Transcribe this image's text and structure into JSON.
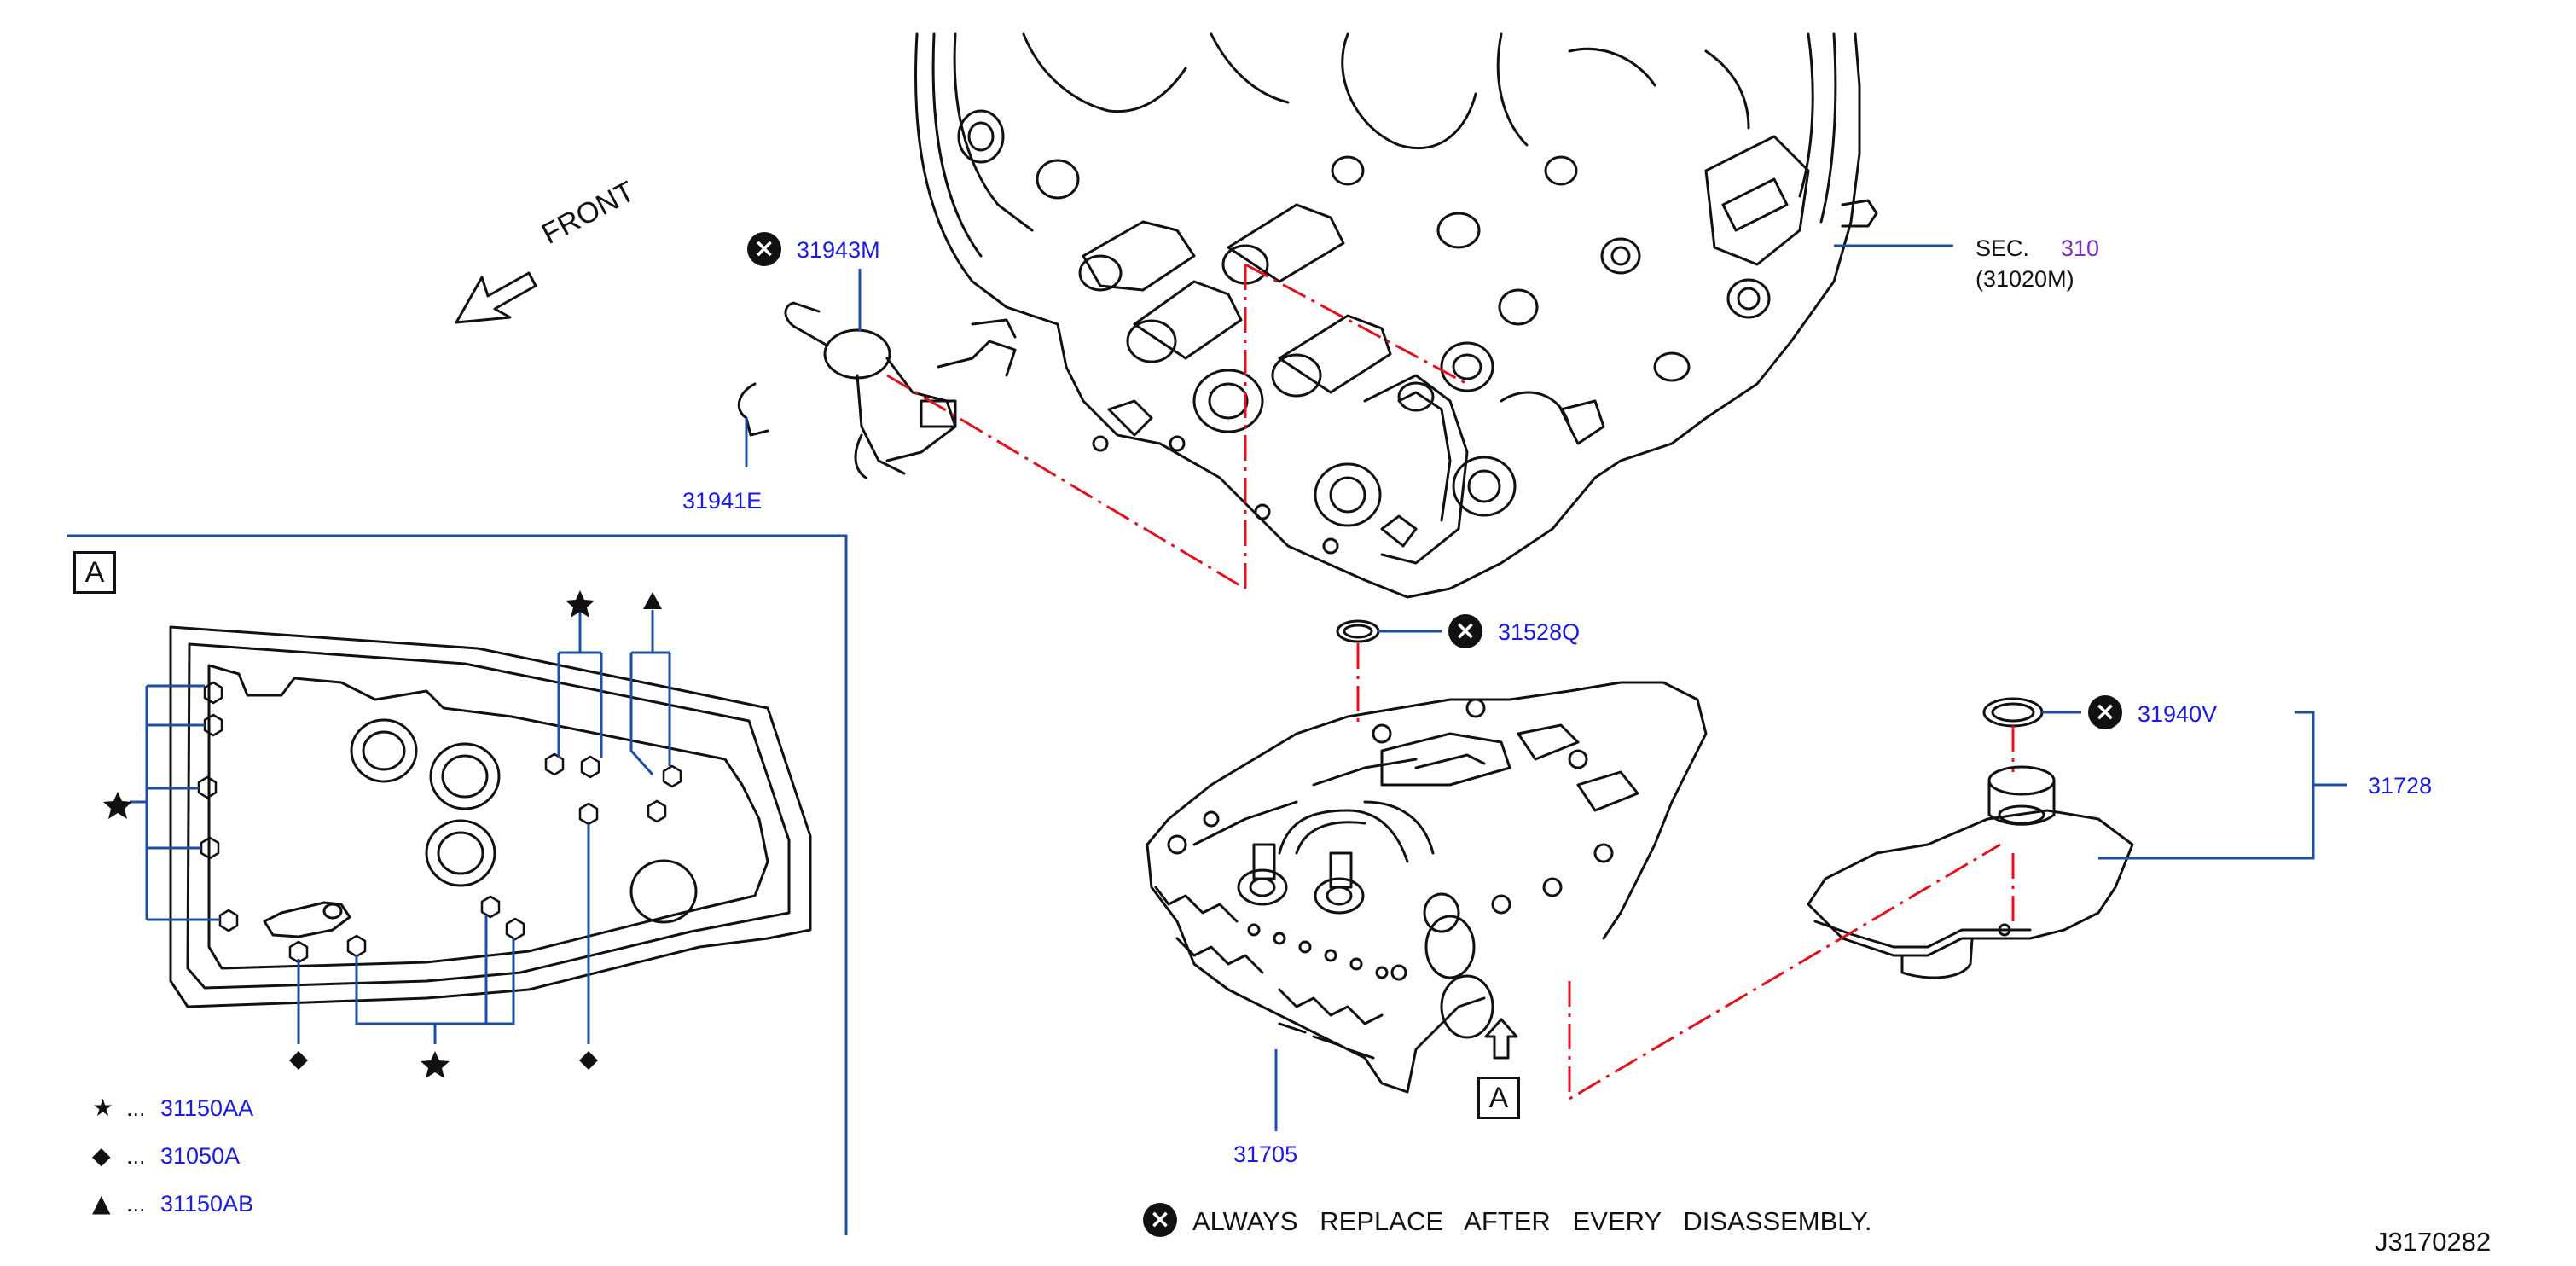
{
  "front_label": "FRONT",
  "parts": {
    "p31943M": "31943M",
    "p31941E": "31941E",
    "p31528Q": "31528Q",
    "p31940V": "31940V",
    "p31728": "31728",
    "p31705": "31705"
  },
  "section_ref": {
    "sec": "SEC.",
    "num": "310",
    "sub": "(31020M)"
  },
  "view_label": "A",
  "legend": [
    {
      "symbol": "★",
      "dots": "...",
      "part": "31150AA"
    },
    {
      "symbol": "◆",
      "dots": "...",
      "part": "31050A"
    },
    {
      "symbol": "▲",
      "dots": "...",
      "part": "31150AB"
    }
  ],
  "note": "ALWAYS   REPLACE   AFTER   EVERY   DISASSEMBLY.",
  "diagram_code": "J3170282",
  "colors": {
    "leader": "#1f4fa0",
    "label": "#1a1ae0",
    "dash": "#e0141e",
    "line": "#111111",
    "ref": "#7a2fc8"
  },
  "icons": {
    "replace": "x-circle-icon",
    "front": "front-arrow-icon",
    "star": "star-icon",
    "diamond": "diamond-icon",
    "triangle": "triangle-icon"
  }
}
